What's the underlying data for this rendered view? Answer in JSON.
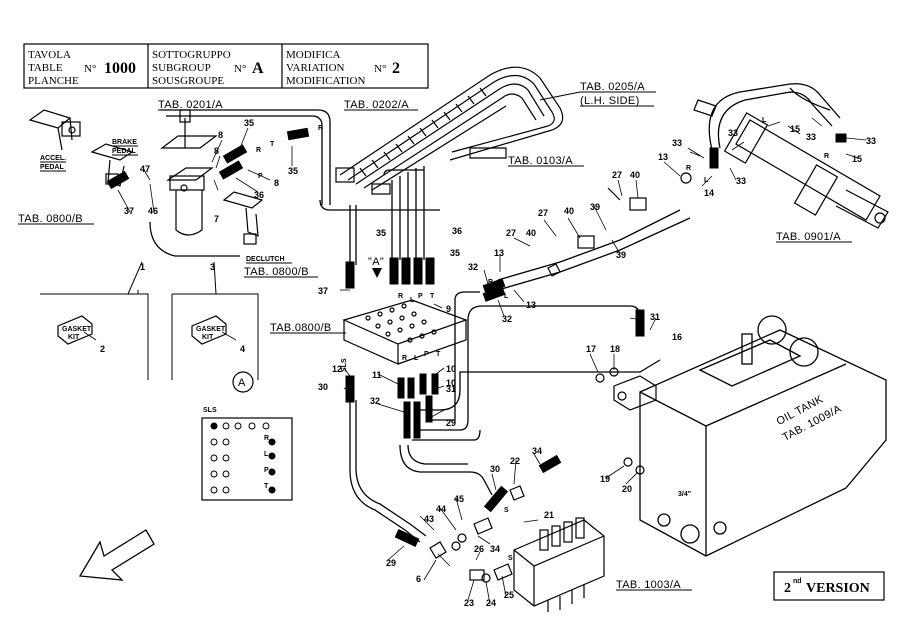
{
  "header": {
    "col1": [
      "TAVOLA",
      "TABLE",
      "PLANCHE"
    ],
    "col1_value": "1000",
    "no_prefix": "N°",
    "col2": [
      "SOTTOGRUPPO",
      "SUBGROUP",
      "SOUSGROUPE"
    ],
    "col2_value": "A",
    "col3": [
      "MODIFICA",
      "VARIATION",
      "MODIFICATION"
    ],
    "col3_value": "2"
  },
  "references": {
    "tab_0201": "TAB. 0201/A",
    "tab_0202": "TAB. 0202/A",
    "tab_0205": "TAB. 0205/A",
    "lh_side": "(L.H. SIDE)",
    "tab_0103": "TAB. 0103/A",
    "tab_0800_left": "TAB. 0800/B",
    "tab_0800_declutch": "TAB. 0800/B",
    "tab_0800_block": "TAB.0800/B",
    "tab_0901": "TAB. 0901/A",
    "tab_1003": "TAB. 1003/A",
    "oil_tank": "OIL TANK",
    "tab_1009": "TAB. 1009/A"
  },
  "labels": {
    "accel": "ACCEL.",
    "pedal": "PEDAL",
    "brake": "BRAKE",
    "brake_pedal": "PEDAL",
    "declutch": "DECLUTCH",
    "view_a": "\"A\"",
    "circle_a": "A",
    "sls_vertical": "SLS",
    "sls_block": "SLS",
    "gasket": "GASKET",
    "kit": "KIT",
    "three_quarter": "3/4\"",
    "version_sup": "nd",
    "version_num": "2",
    "version_text": "VERSION"
  },
  "port_letters": {
    "R": "R",
    "L": "L",
    "P": "P",
    "T": "T",
    "S": "S"
  },
  "part_numbers": [
    "1",
    "2",
    "3",
    "4",
    "6",
    "7",
    "8",
    "9",
    "10",
    "11",
    "12",
    "13",
    "14",
    "15",
    "16",
    "17",
    "18",
    "19",
    "20",
    "21",
    "22",
    "23",
    "24",
    "25",
    "26",
    "27",
    "29",
    "30",
    "31",
    "32",
    "33",
    "34",
    "35",
    "36",
    "37",
    "39",
    "40",
    "43",
    "44",
    "45",
    "46",
    "47"
  ],
  "colors": {
    "ink": "#000000",
    "paper": "#ffffff"
  }
}
